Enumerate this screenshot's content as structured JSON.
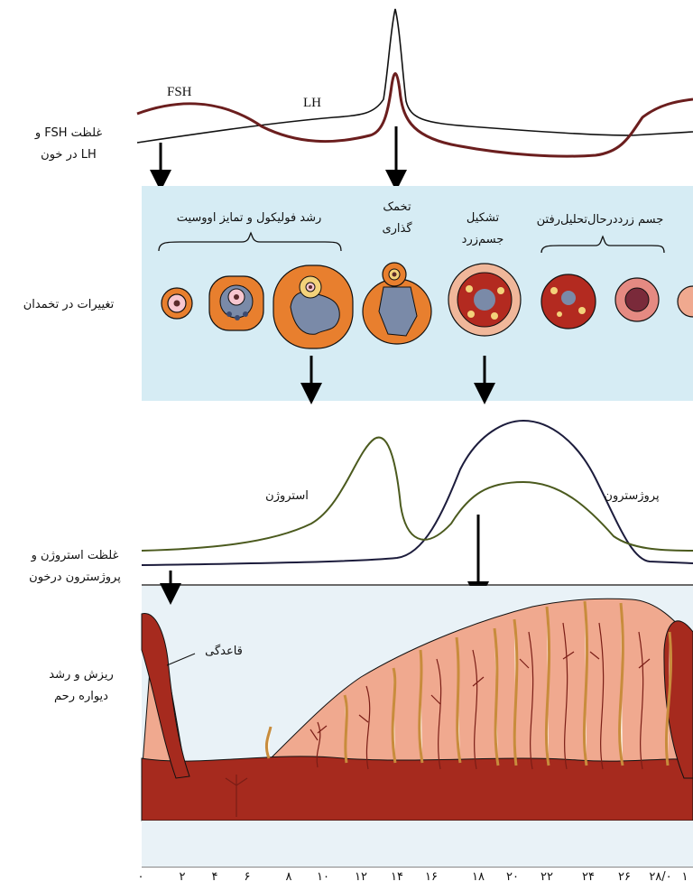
{
  "top": {
    "fsh_label": "FSH",
    "lh_label": "LH",
    "row_label_line1": "غلظت FSH و",
    "row_label_line2": "LH در خون"
  },
  "ovary": {
    "row_label": "تغییرات در تخمدان",
    "stage_follicle": "رشد فولیکول و تمایز اووسیت",
    "stage_ovulation_line1": "تخمک",
    "stage_ovulation_line2": "گذاری",
    "stage_corpus_line1": "تشکیل",
    "stage_corpus_line2": "جسم‌زرد",
    "stage_degenerating": "جسم زرددرحال‌تحلیل‌رفتن"
  },
  "hormones2": {
    "estrogen_label": "استروژن",
    "progesterone_label": "پروژسترون",
    "row_label_line1": "غلظت استروژن و",
    "row_label_line2": "پروژسترون درخون"
  },
  "uterus": {
    "row_label_line1": "ریزش و رشد",
    "row_label_line2": "دیواره رحم",
    "basal_label": "قاعدگی"
  },
  "axis": {
    "ticks": [
      "۰",
      "۲",
      "۴",
      "۶",
      "۸",
      "۱۰",
      "۱۲",
      "۱۴",
      "۱۶",
      "۱۸",
      "۲۰",
      "۲۲",
      "۲۴",
      "۲۶",
      "۲۸/۰",
      "۱"
    ]
  },
  "colors": {
    "fsh": "#6b1e1e",
    "lh": "#111111",
    "estrogen": "#4b5a1e",
    "progesterone": "#1c1c3c",
    "ovary_panel": "#d6ecf4",
    "endometrium": "#f0a98f",
    "basal_layer": "#a62a1e"
  }
}
